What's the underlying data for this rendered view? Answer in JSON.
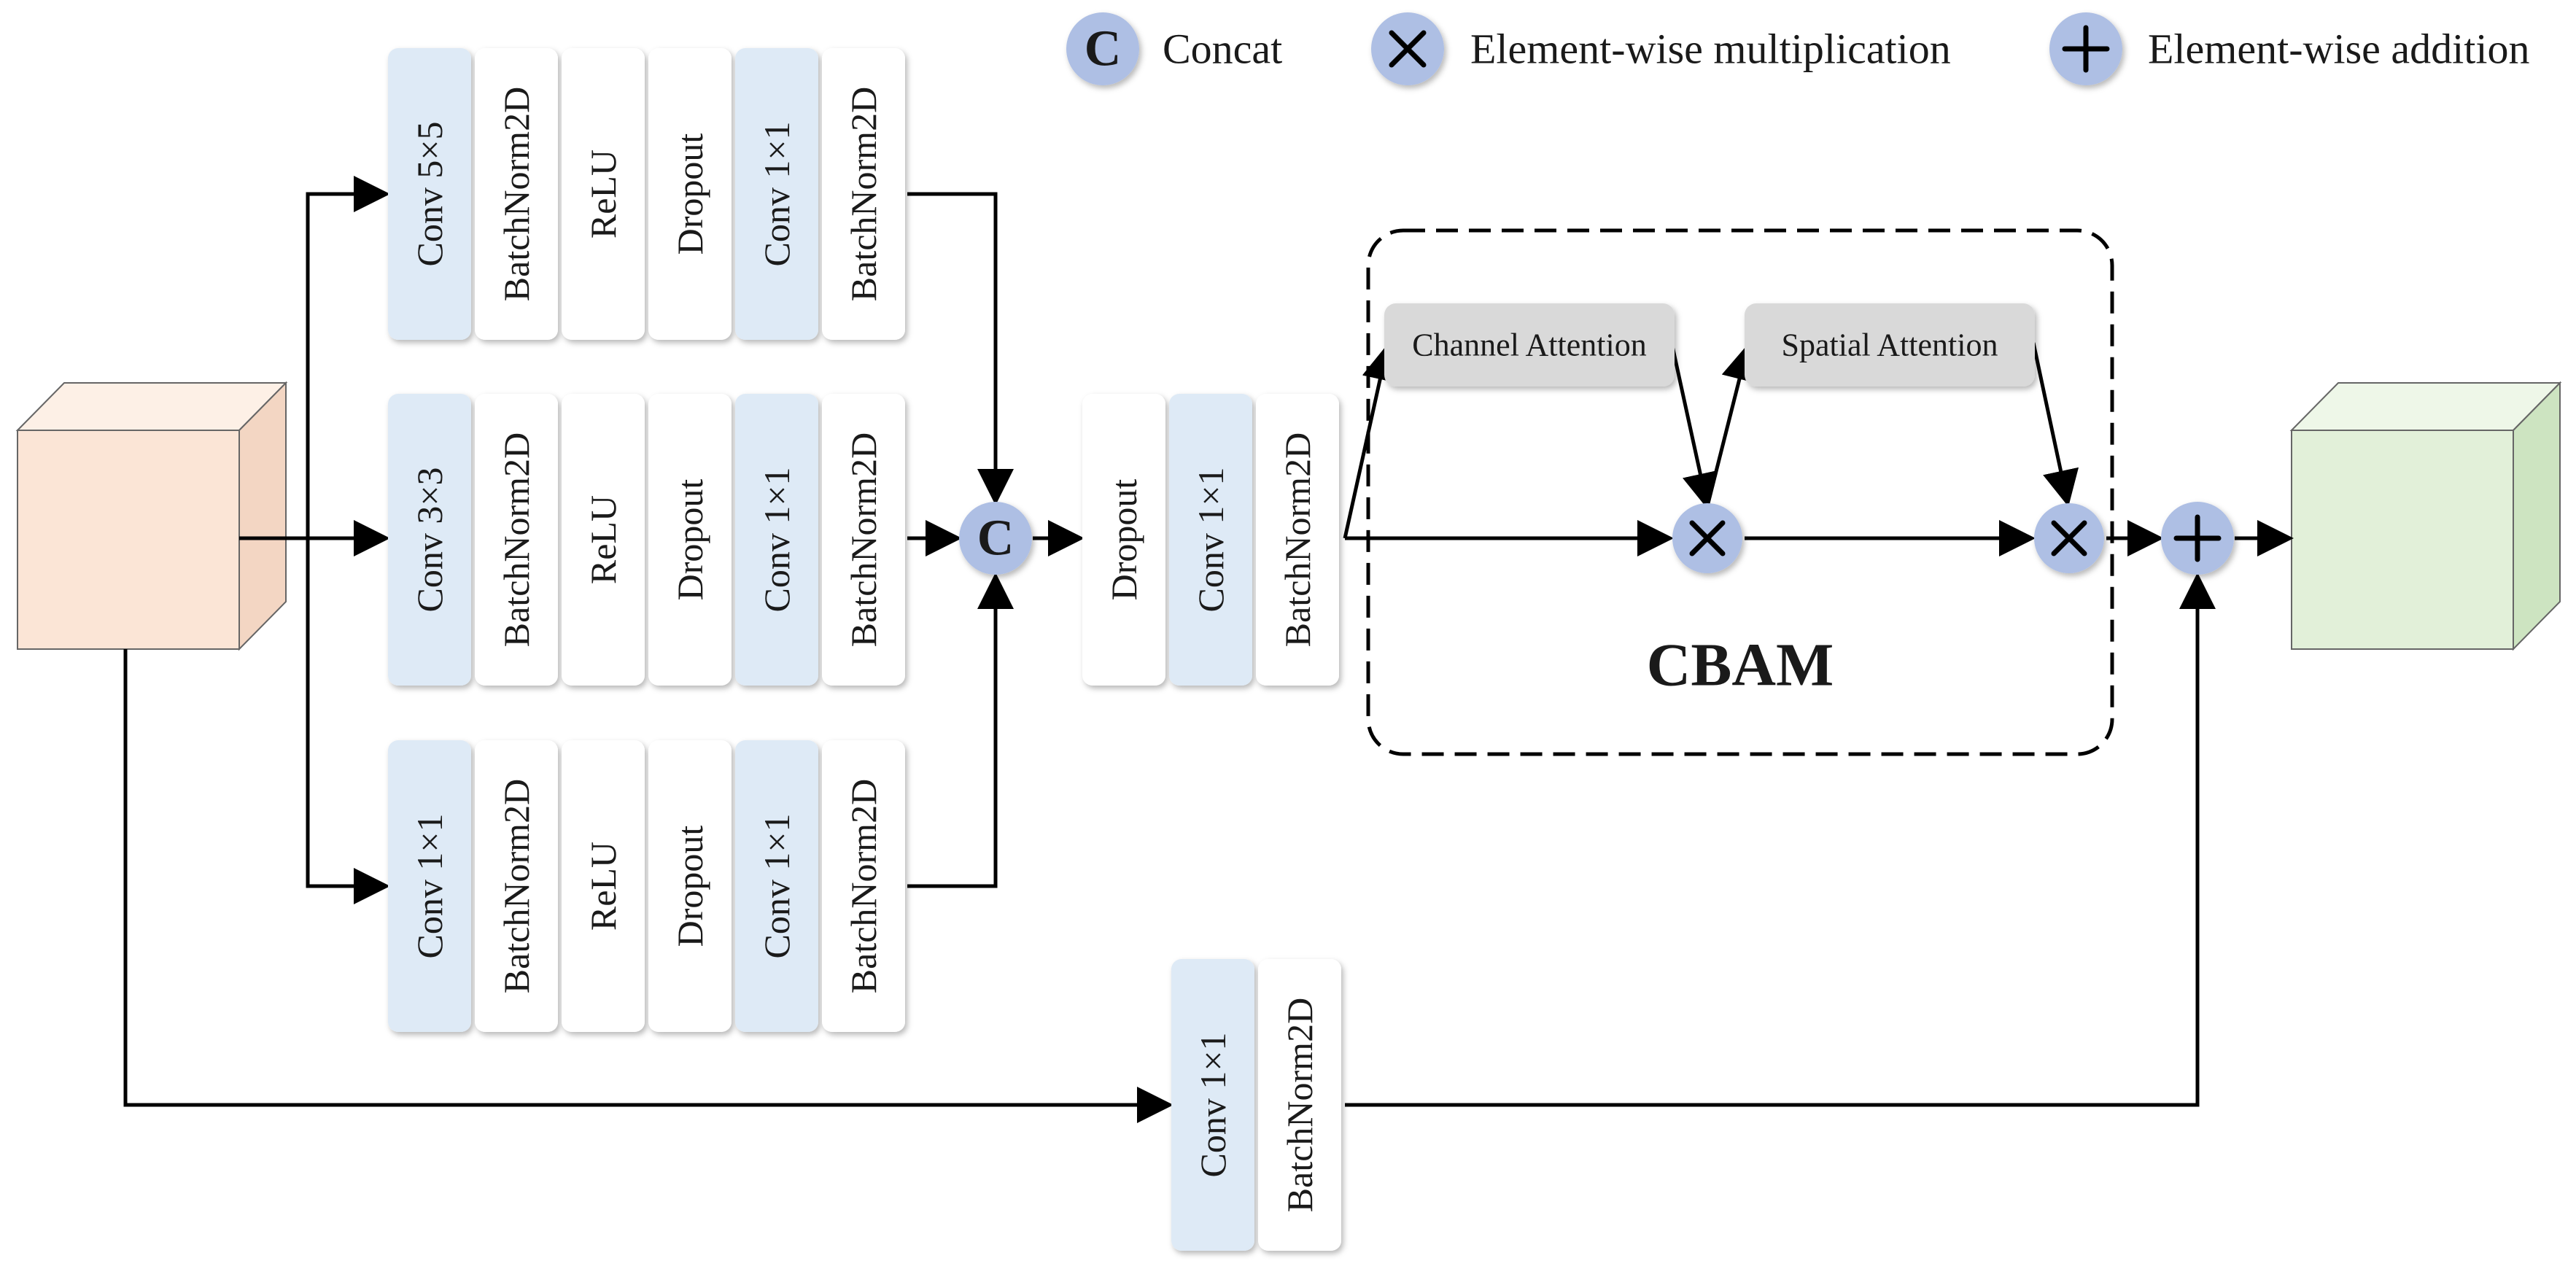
{
  "legend": {
    "concat": {
      "symbol": "C",
      "label": "Concat"
    },
    "multiply": {
      "label": "Element-wise multiplication"
    },
    "add": {
      "label": "Element-wise addition"
    }
  },
  "branches": [
    {
      "blocks": [
        "Conv 5×5",
        "BatchNorm2D",
        "ReLU",
        "Dropout",
        "Conv 1×1",
        "BatchNorm2D"
      ]
    },
    {
      "blocks": [
        "Conv 3×3",
        "BatchNorm2D",
        "ReLU",
        "Dropout",
        "Conv 1×1",
        "BatchNorm2D"
      ]
    },
    {
      "blocks": [
        "Conv 1×1",
        "BatchNorm2D",
        "ReLU",
        "Dropout",
        "Conv 1×1",
        "BatchNorm2D"
      ]
    }
  ],
  "concat_node": {
    "symbol": "C"
  },
  "post_concat": {
    "blocks": [
      "Dropout",
      "Conv 1×1",
      "BatchNorm2D"
    ]
  },
  "cbam": {
    "title": "CBAM",
    "channel_attention": "Channel Attention",
    "spatial_attention": "Spatial Attention"
  },
  "shortcut": {
    "blocks": [
      "Conv 1×1",
      "BatchNorm2D"
    ]
  },
  "colors": {
    "conv_fill": "#deeaf6",
    "block_fill": "#ffffff",
    "node_fill": "#aebfe4",
    "attention_fill": "#d9d9d9",
    "input_cube": "#fbe5d6",
    "output_cube": "#e2f0d9"
  }
}
